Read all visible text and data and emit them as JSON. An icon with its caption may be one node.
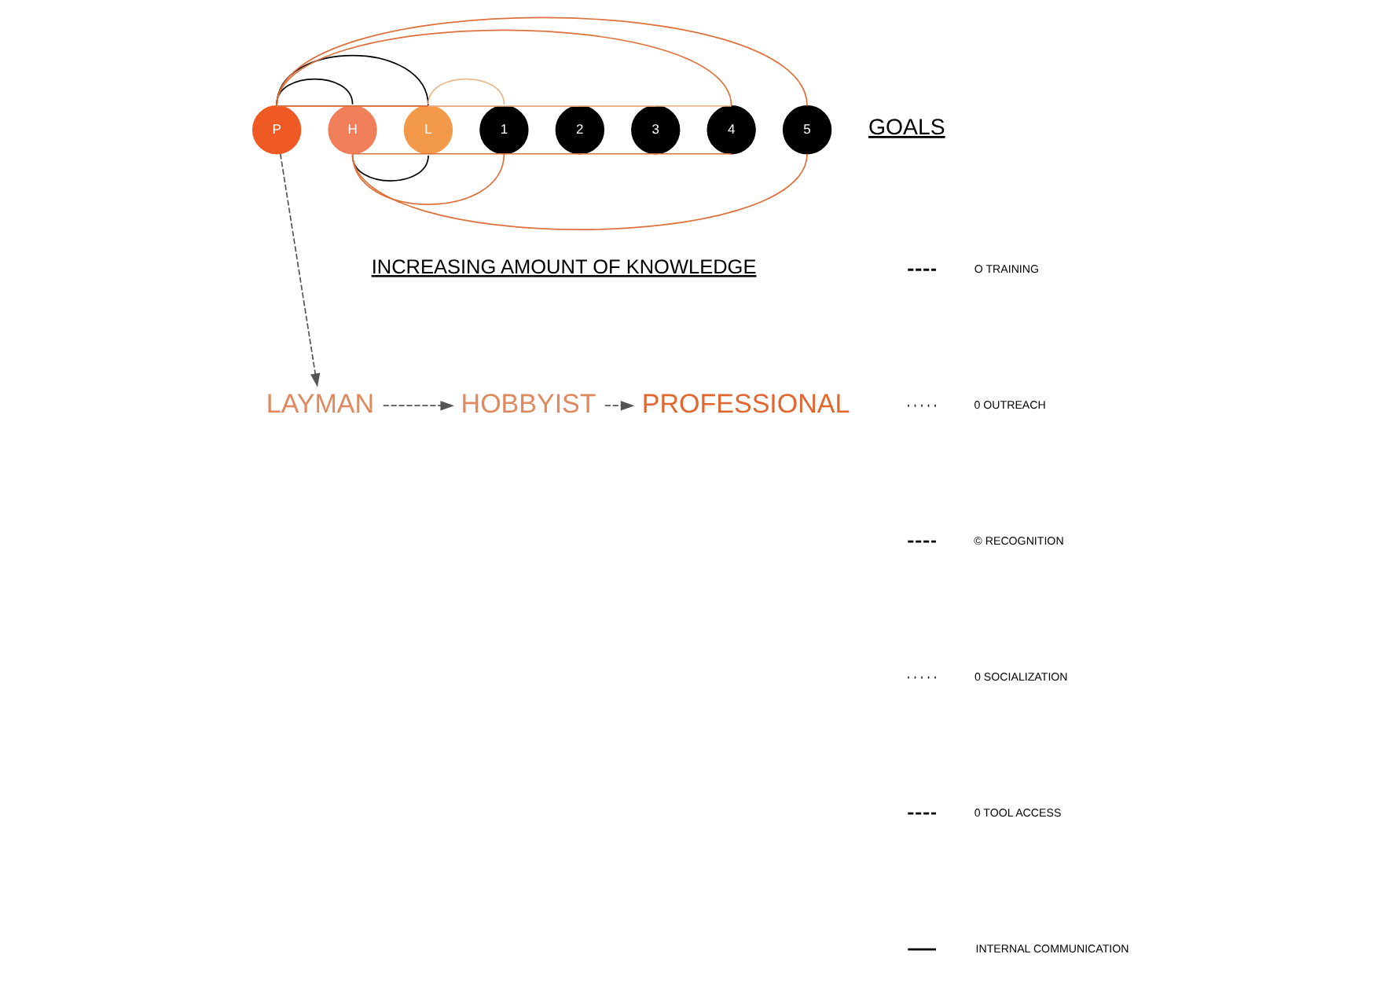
{
  "diagram": {
    "nodes": [
      {
        "text": [
          "P"
        ]
      },
      {
        "text": [
          "H"
        ]
      },
      {
        "text": [
          "L"
        ]
      },
      {
        "text": [
          "1"
        ]
      },
      {
        "text": [
          "2"
        ]
      },
      {
        "text": [
          "3"
        ]
      },
      {
        "text": [
          "4"
        ]
      },
      {
        "text": [
          "5"
        ]
      },
      {
        "text": [
          "LAYMAN"
        ]
      },
      {
        "text": [
          "HOBBYIST"
        ]
      },
      {
        "text": [
          "PROFESSIONAL"
        ]
      }
    ],
    "edges": [
      {
        "from": 0,
        "to": 1,
        "arrow": "none",
        "color": "#000000"
      },
      {
        "from": 1,
        "to": 2,
        "arrow": "none",
        "color": "#000000"
      },
      {
        "from": 0,
        "to": 2,
        "arrow": "none",
        "color": "#000000"
      },
      {
        "from": 0,
        "to": 4,
        "arrow": "none"
      },
      {
        "from": 0,
        "to": 5,
        "arrow": "none"
      },
      {
        "from": 0,
        "to": 6,
        "arrow": "none"
      },
      {
        "from": 0,
        "to": 7,
        "arrow": "none"
      },
      {
        "from": 2,
        "to": 3,
        "arrow": "none",
        "color": "#e8b98f"
      },
      {
        "from": 2,
        "to": 6,
        "arrow": "none",
        "color": "#e8b98f"
      },
      {
        "from": 1,
        "to": 3,
        "arrow": "none"
      },
      {
        "from": 1,
        "to": 6,
        "arrow": "none"
      },
      {
        "from": 1,
        "to": 7,
        "arrow": "none"
      },
      {
        "from": 0,
        "to": 8,
        "arrow": "to",
        "style": "dashed",
        "color": "#555555"
      },
      {
        "from": 8,
        "to": 9,
        "arrow": "to",
        "style": "dashed",
        "color": "#555555"
      },
      {
        "from": 9,
        "to": 10,
        "arrow": "to",
        "style": "dashed",
        "color": "#555555"
      }
    ],
    "labels": [
      "GOALS",
      "INCREASING AMOUNT OF KNOWLEDGE"
    ],
    "legend": [
      {
        "text": "O TRAINING"
      },
      {
        "text": "0 OUTREACH"
      },
      {
        "text": "© RECOGNITION"
      },
      {
        "text": "0 SOCIALIZATION"
      },
      {
        "text": "0 TOOL ACCESS"
      },
      {
        "text": "INTERNAL COMMUNICATION"
      }
    ]
  }
}
